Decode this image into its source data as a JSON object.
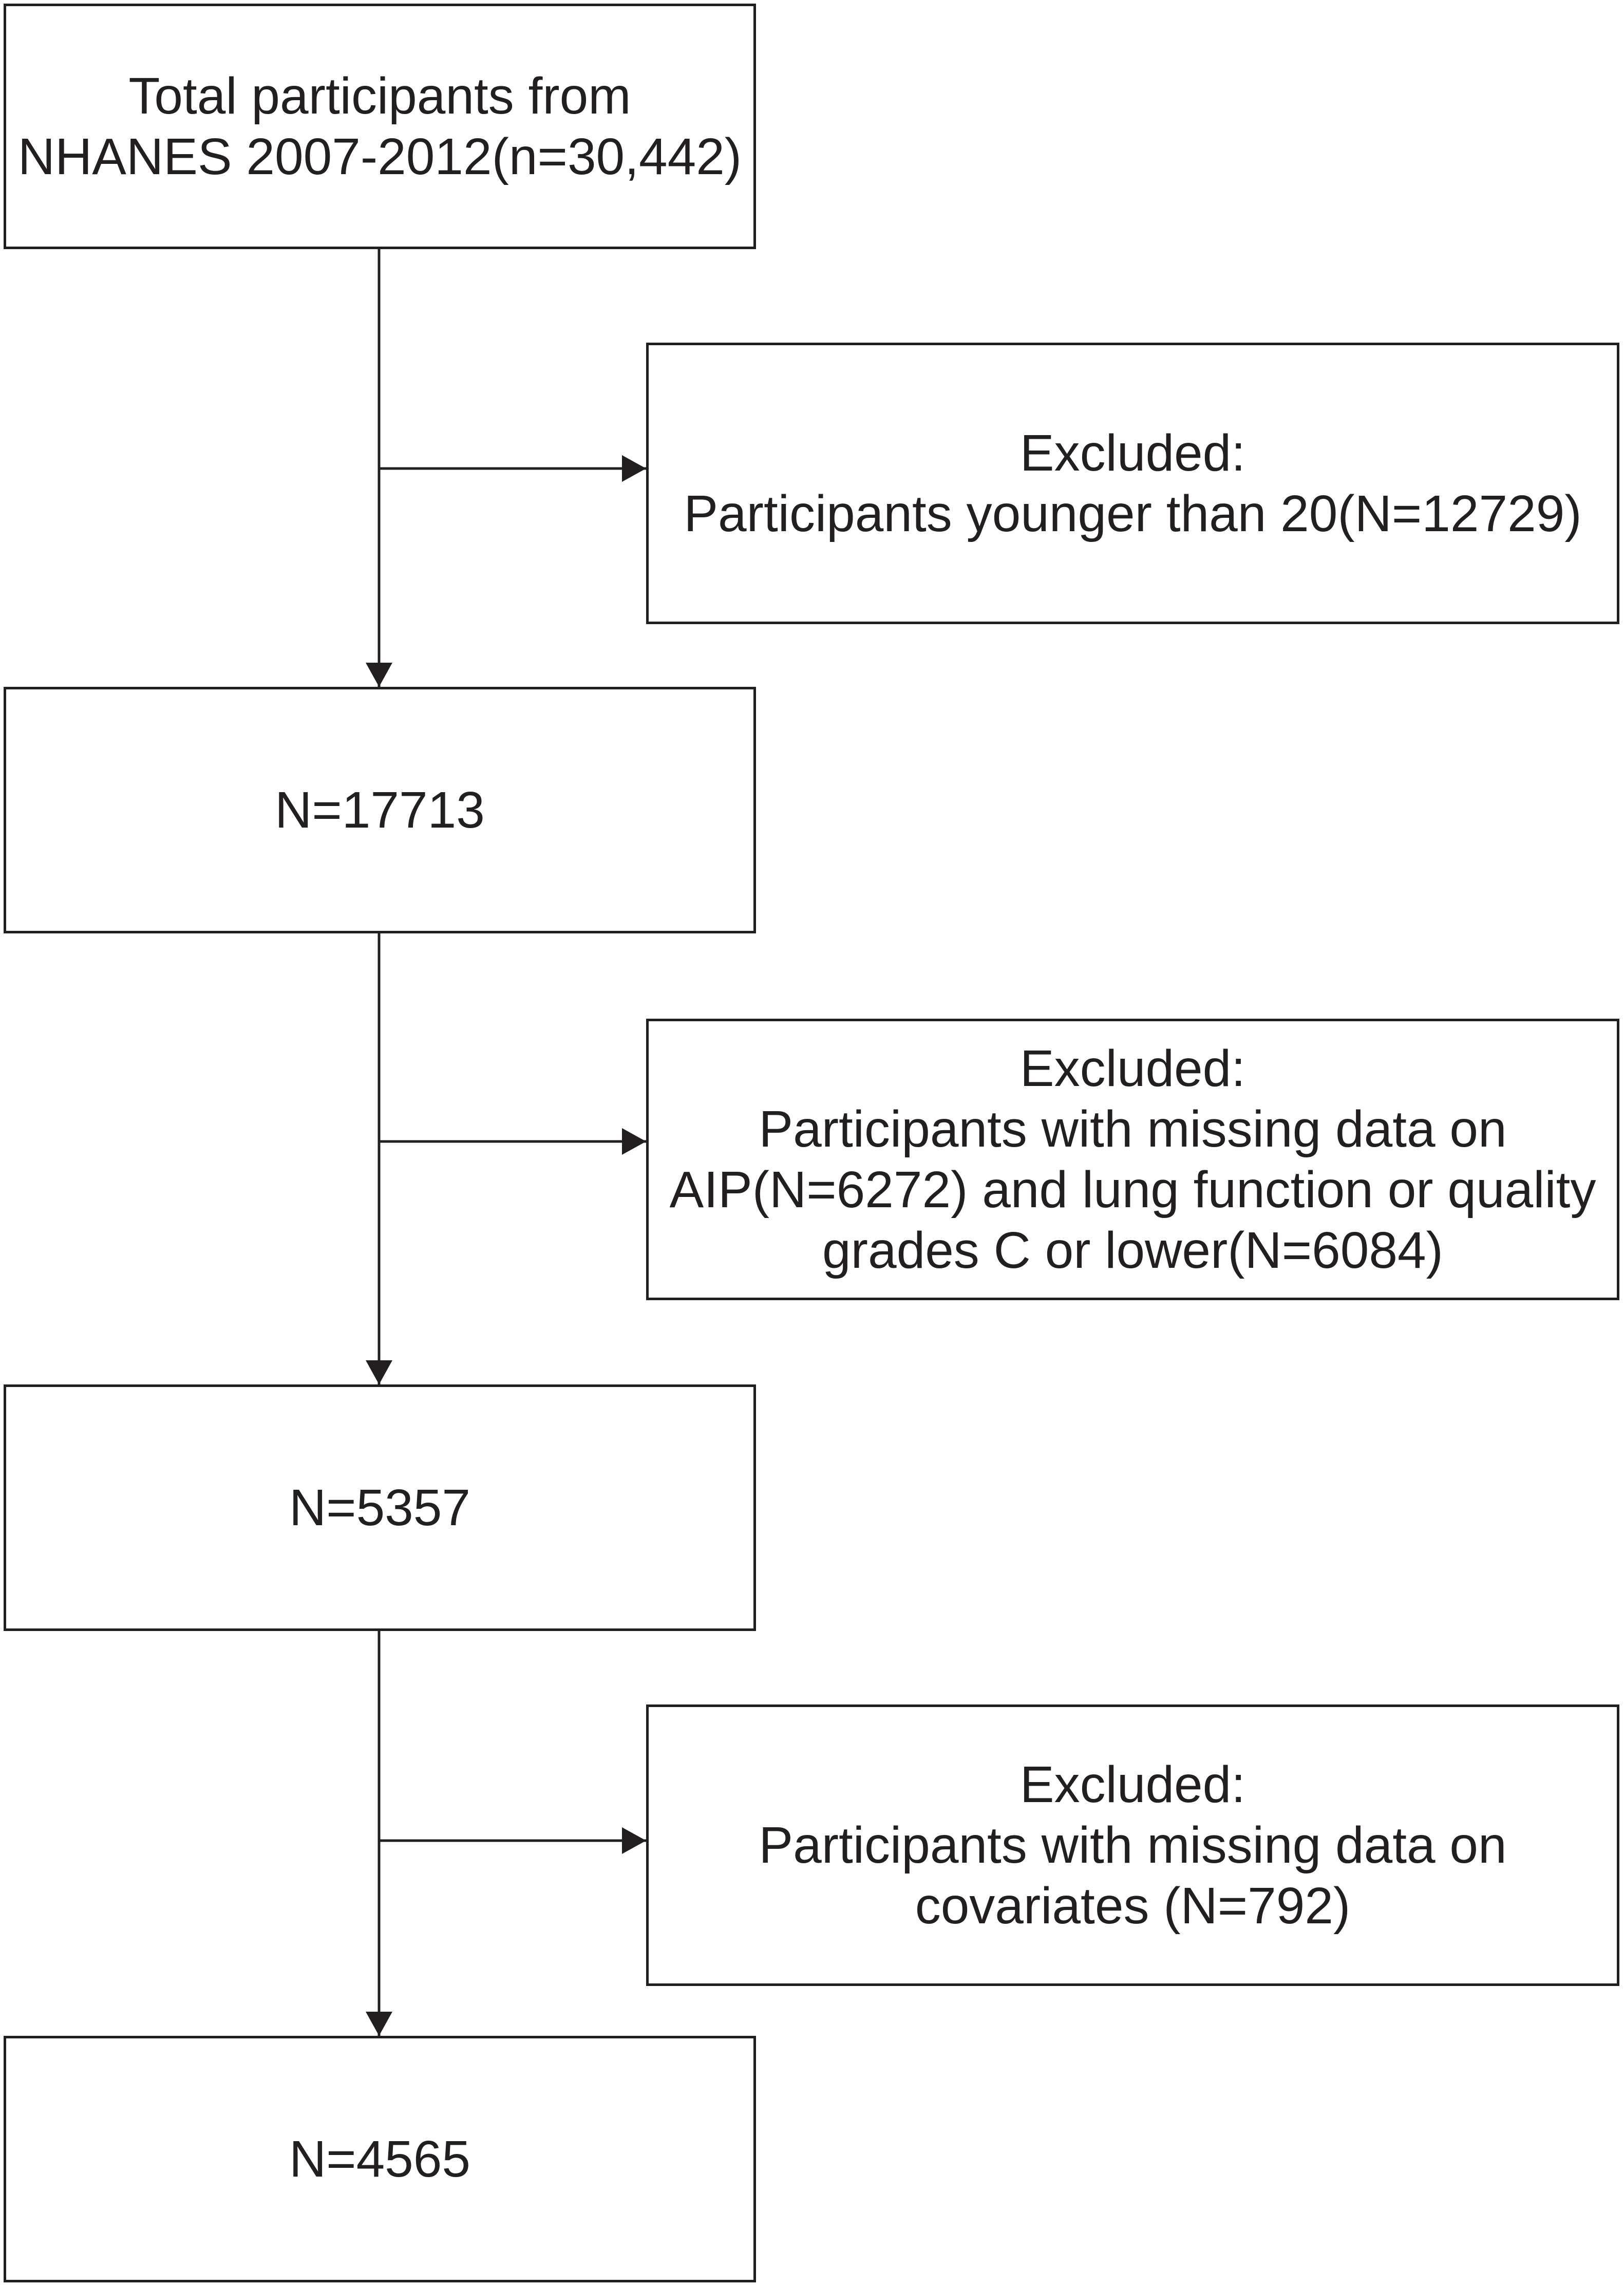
{
  "flowchart": {
    "main_boxes": [
      {
        "lines": [
          "Total participants from",
          "NHANES 2007-2012(n=30,442)"
        ]
      },
      {
        "lines": [
          "N=17713"
        ]
      },
      {
        "lines": [
          "N=5357"
        ]
      },
      {
        "lines": [
          "N=4565"
        ]
      }
    ],
    "exclusion_boxes": [
      {
        "lines": [
          "Excluded:",
          "Participants younger than 20(N=12729)"
        ]
      },
      {
        "lines": [
          "Excluded:",
          "Participants with missing data on",
          "AIP(N=6272) and lung function or quality",
          "grades C or lower(N=6084)"
        ]
      },
      {
        "lines": [
          "Excluded:",
          "Participants with missing data on",
          "covariates (N=792)"
        ]
      }
    ]
  }
}
